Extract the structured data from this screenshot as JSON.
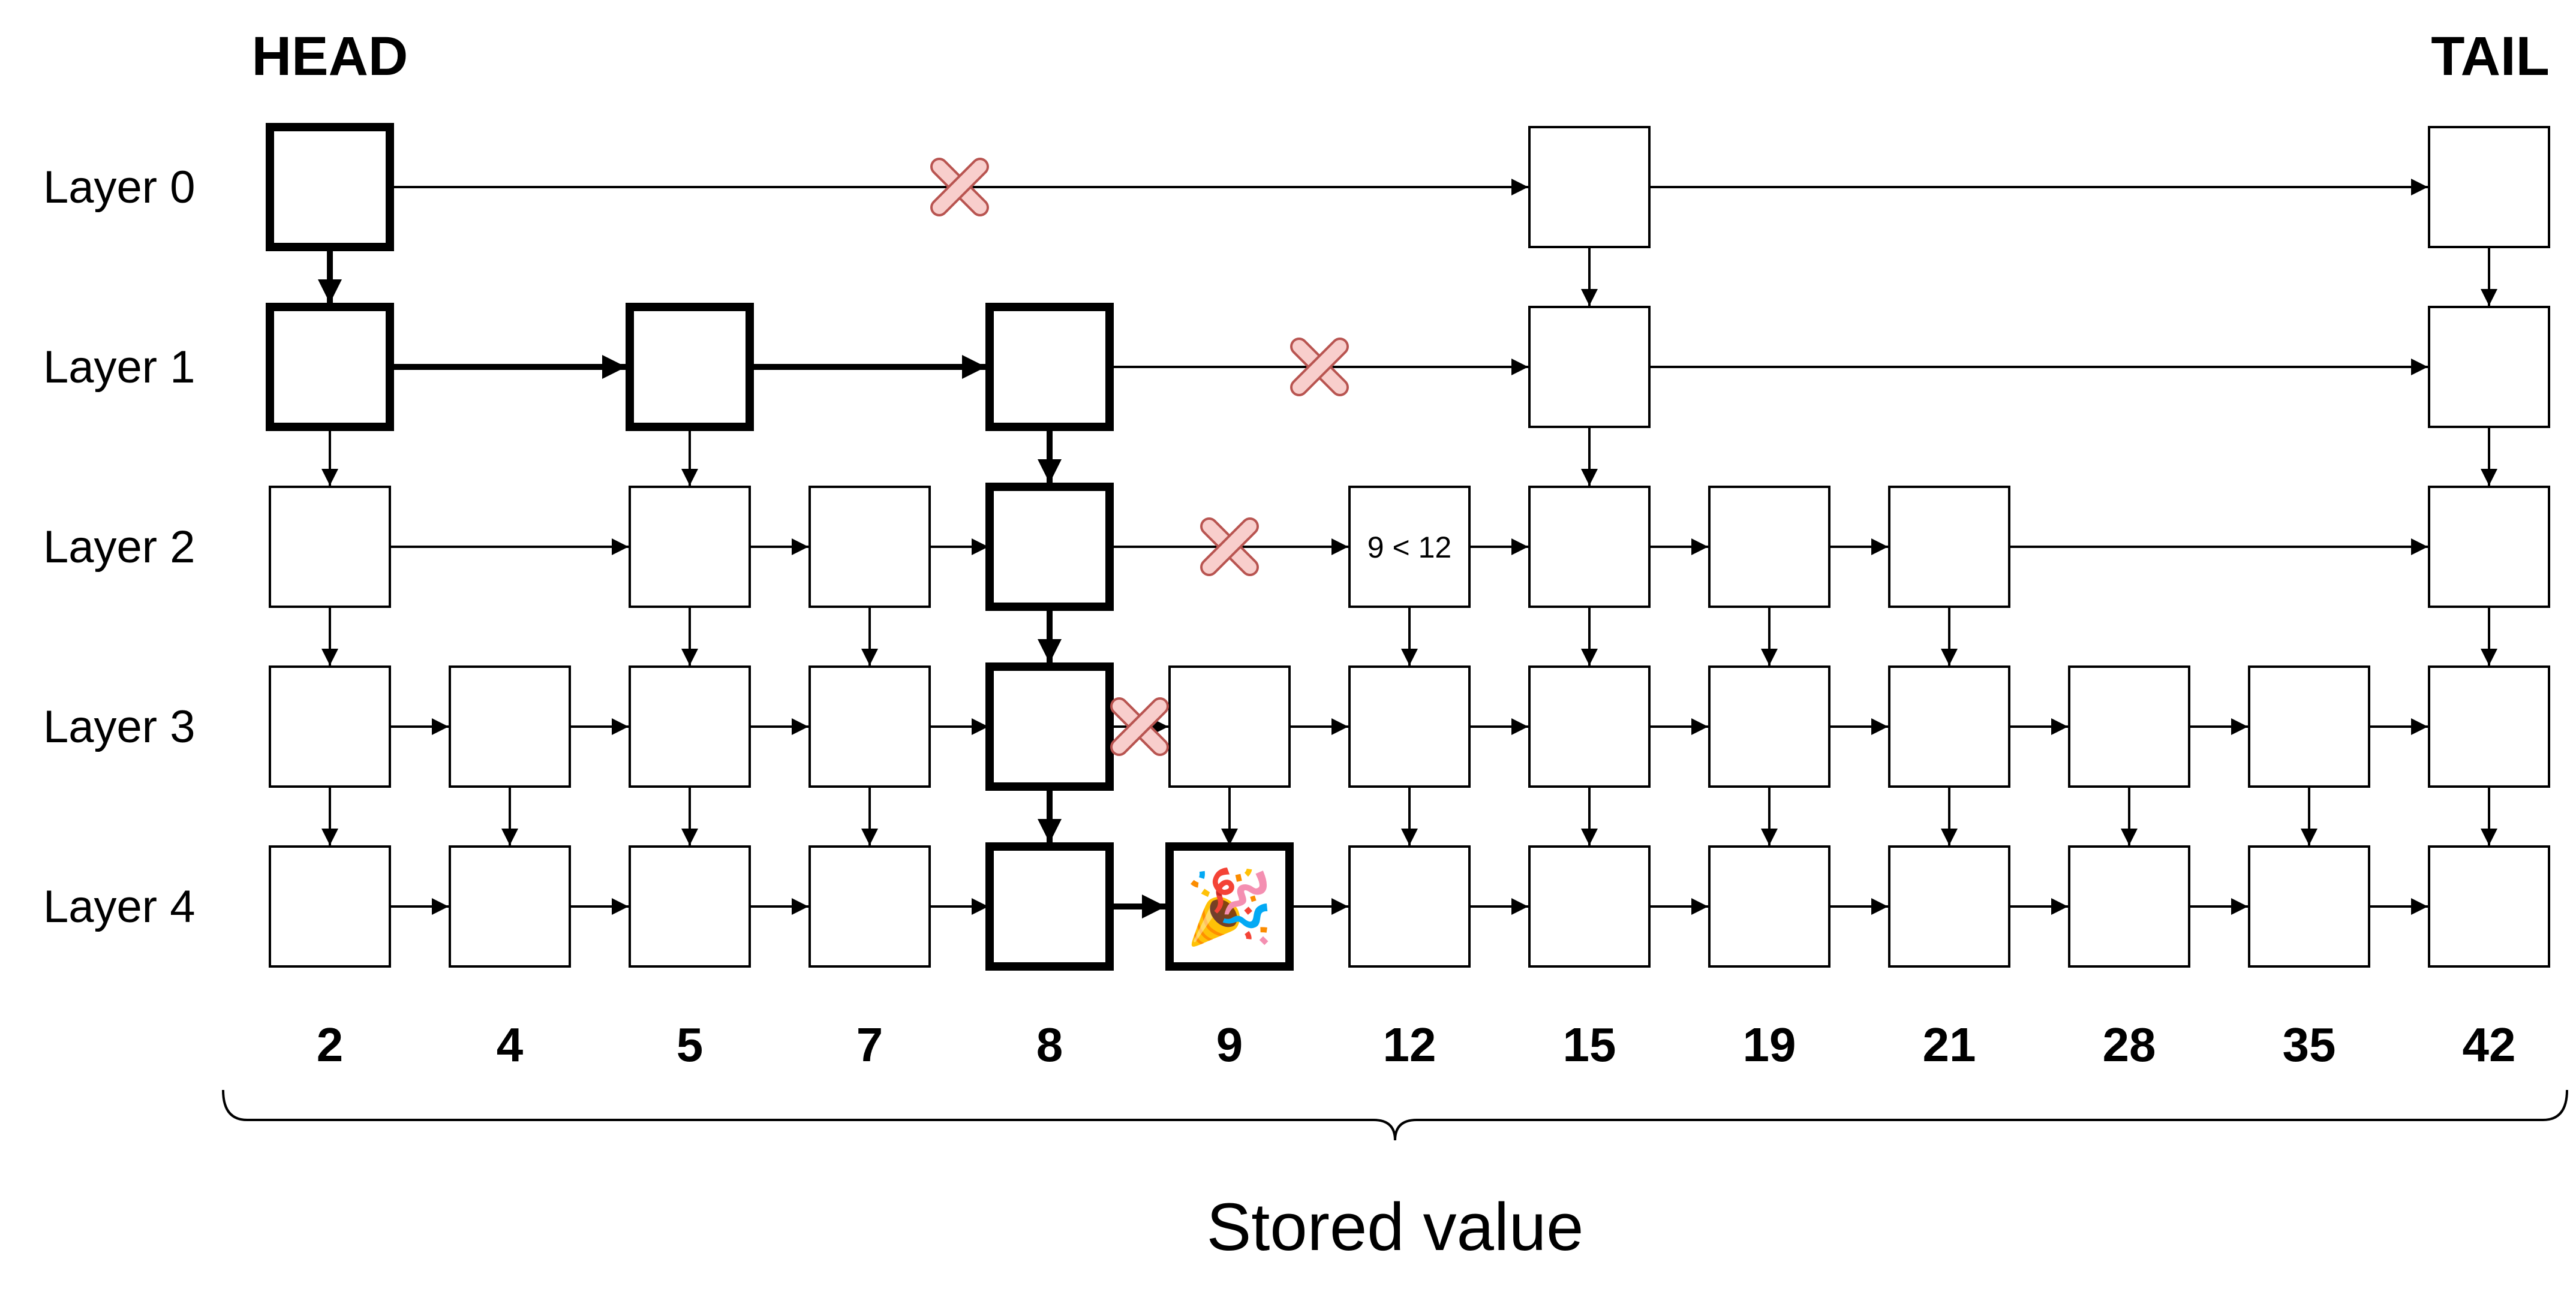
{
  "head_label": "HEAD",
  "tail_label": "TAIL",
  "layers": [
    "Layer 0",
    "Layer 1",
    "Layer 2",
    "Layer 3",
    "Layer 4"
  ],
  "values": [
    "2",
    "4",
    "5",
    "7",
    "8",
    "9",
    "12",
    "15",
    "19",
    "21",
    "28",
    "35",
    "42"
  ],
  "node_presence": [
    [
      0,
      7,
      12
    ],
    [
      0,
      2,
      4,
      7,
      12
    ],
    [
      0,
      2,
      3,
      4,
      6,
      7,
      8,
      9,
      12
    ],
    [
      0,
      1,
      2,
      3,
      4,
      5,
      6,
      7,
      8,
      9,
      10,
      11,
      12
    ],
    [
      0,
      1,
      2,
      3,
      4,
      5,
      6,
      7,
      8,
      9,
      10,
      11,
      12
    ]
  ],
  "search_path_nodes": [
    [
      0,
      0
    ],
    [
      1,
      0
    ],
    [
      1,
      2
    ],
    [
      1,
      4
    ],
    [
      2,
      4
    ],
    [
      3,
      4
    ],
    [
      4,
      4
    ],
    [
      4,
      5
    ]
  ],
  "rejected_links": [
    {
      "layer": 0,
      "from": 0,
      "to": 7
    },
    {
      "layer": 1,
      "from": 4,
      "to": 7
    },
    {
      "layer": 2,
      "from": 4,
      "to": 6
    },
    {
      "layer": 3,
      "from": 4,
      "to": 5
    }
  ],
  "comparison_note": {
    "layer": 2,
    "index": 6,
    "text": "9 < 12"
  },
  "found_node": {
    "layer": 4,
    "index": 5,
    "icon": "party-popper-icon",
    "glyph": "🎉"
  },
  "axis_caption": "Stored value",
  "colors": {
    "reject_mark": "#f8cecc",
    "line": "#000000"
  }
}
